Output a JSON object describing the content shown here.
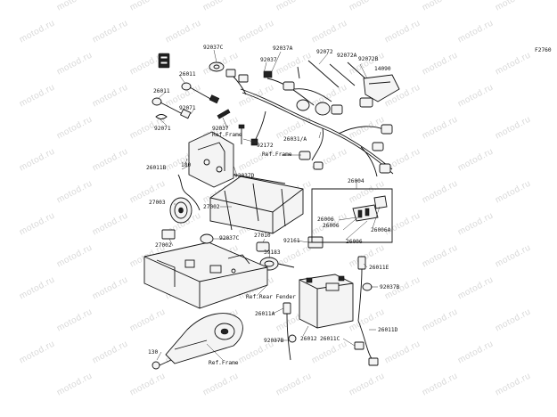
{
  "figure_code": "F2760",
  "watermark": "motod.ru",
  "labels": {
    "l92037c_top": "92037C",
    "l92037a": "92037A",
    "l92037": "92037",
    "l92072": "92072",
    "l92072a": "92072A",
    "l92072b": "92072B",
    "l14090": "14090",
    "l26011_a": "26011",
    "l26011_b": "26011",
    "l92071_a": "92071",
    "l92071_b": "92071",
    "l92037_mid": "92037",
    "l_ref_frame_a": "Ref.Frame",
    "l92172": "92172",
    "l26031a": "26031/A",
    "l_ref_frame_b": "Ref.Frame",
    "l26011b": "26011B",
    "l180": "180",
    "l92037d": "92037D",
    "l26004": "26004",
    "l27003": "27003",
    "l27002_a": "27002",
    "l26006_a": "26006",
    "l26006_b": "26006",
    "l26006a": "26006A",
    "l26006_c": "26006",
    "l27010": "27010",
    "l92161": "92161",
    "l27002_b": "27002",
    "l92037c_mid": "92037C",
    "l39183": "39183",
    "l26011e": "26011E",
    "l92037b_a": "92037B",
    "l_ref_rear_fender": "Ref.Rear Fender",
    "l26011a": "26011A",
    "l26012": "26012",
    "l26011d": "26011D",
    "l92037b_b": "92037B",
    "l26011c": "26011C",
    "l130": "130",
    "l_ref_frame_c": "Ref.Frame"
  }
}
